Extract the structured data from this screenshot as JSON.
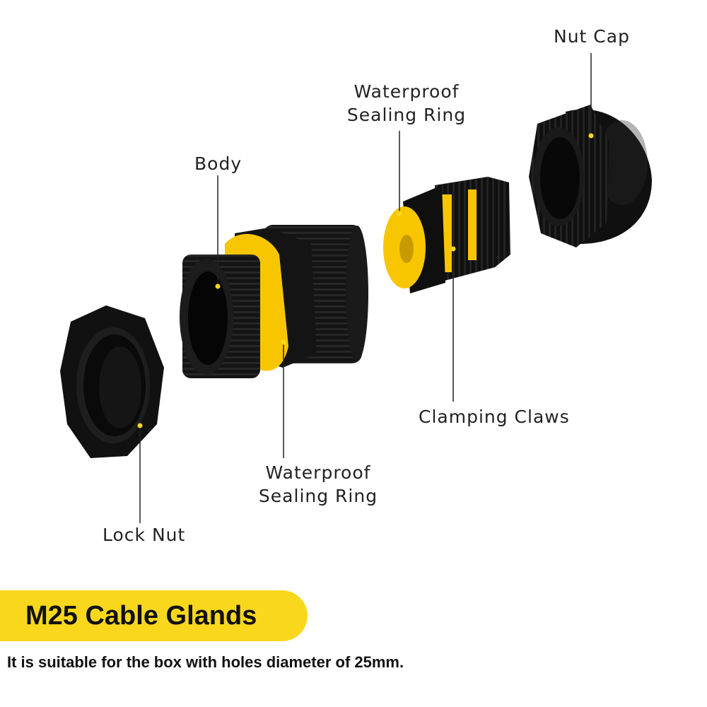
{
  "labels": {
    "nut_cap": "Nut Cap",
    "sealing_ring_top": [
      "Waterproof",
      "Sealing Ring"
    ],
    "body": "Body",
    "clamping_claws": "Clamping Claws",
    "sealing_ring_bottom": [
      "Waterproof",
      "Sealing Ring"
    ],
    "lock_nut": "Lock Nut"
  },
  "banner": {
    "title": "M25 Cable Glands",
    "color": "#f9d71c"
  },
  "caption": "It is suitable for the box with holes diameter of 25mm.",
  "colors": {
    "plastic": "#0d0d0d",
    "ring": "#f7c600",
    "marker_dot": "#f9d71c",
    "leader_line": "#222222"
  }
}
